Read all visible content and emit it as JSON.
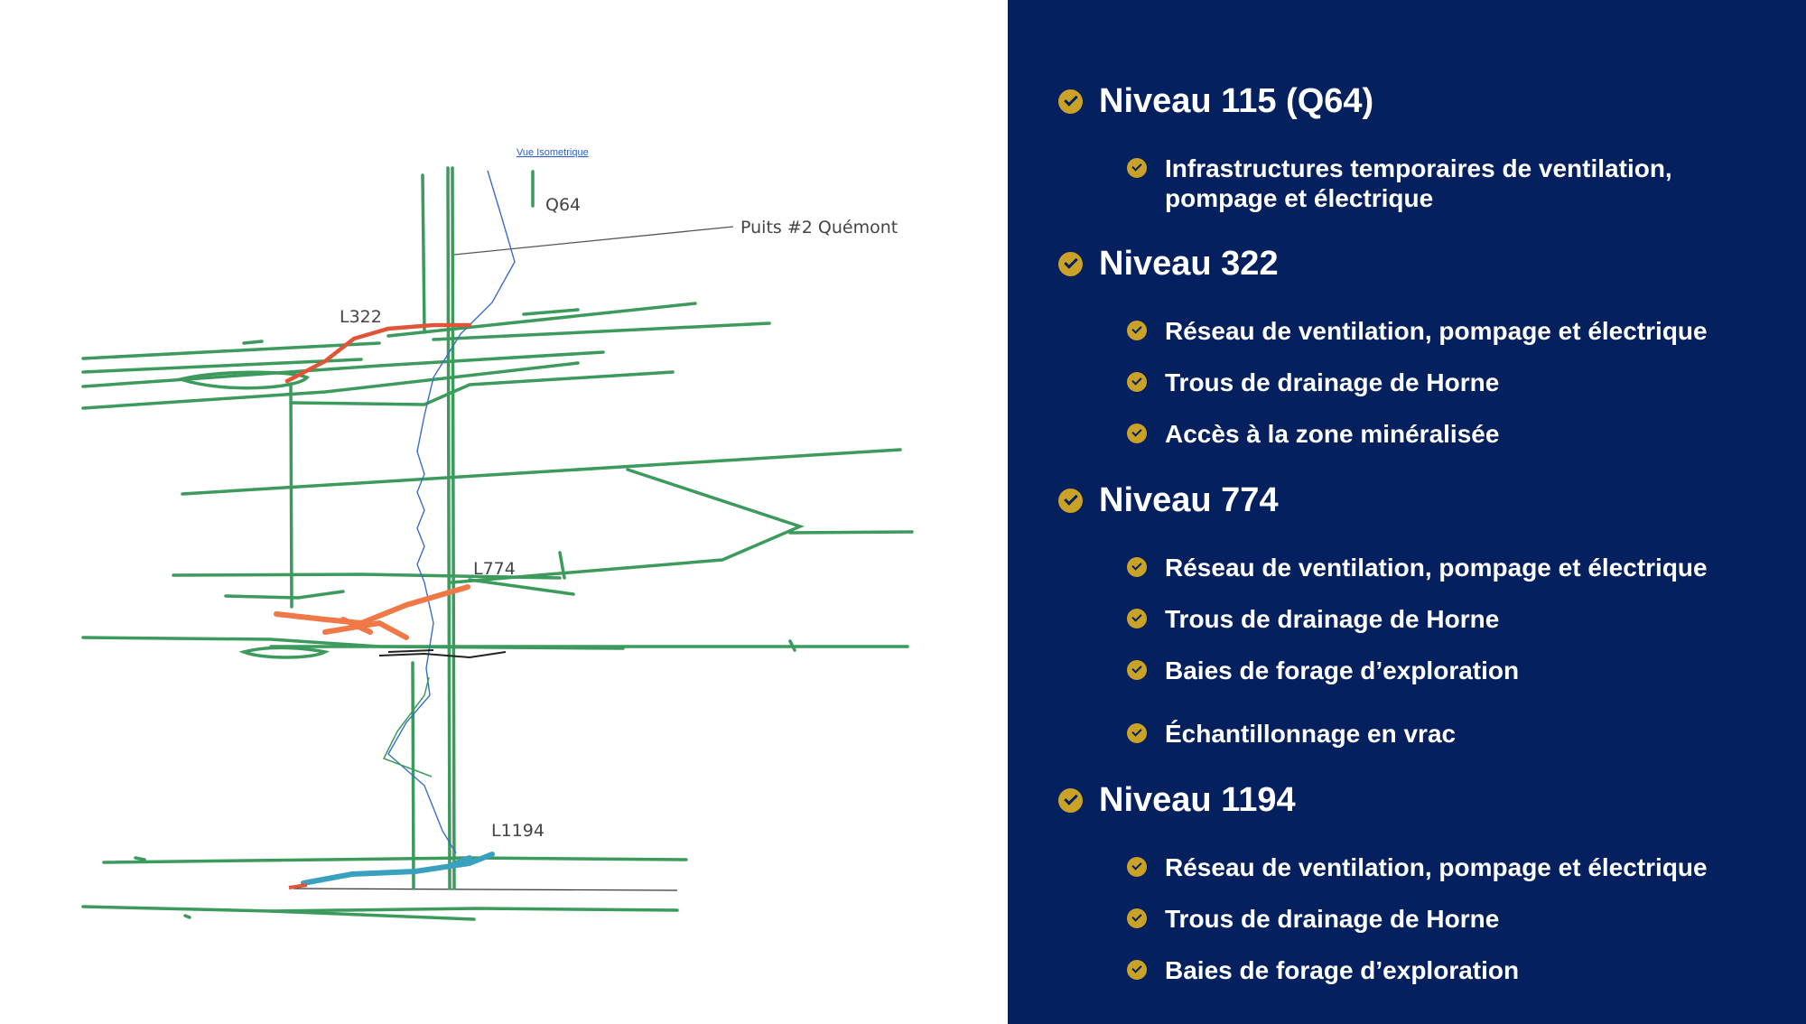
{
  "diagram": {
    "header_link": "Vue Isometrique",
    "labels": {
      "q64": "Q64",
      "shaft": "Puits #2 Quémont",
      "l322": "L322",
      "l774": "L774",
      "l1194": "L1194"
    },
    "colors": {
      "drifts": "#3c9a5c",
      "level_322": "#e05438",
      "level_774": "#f07846",
      "level_1194": "#3aa0c0",
      "shaft_line": "#555555",
      "ramp": "#3a6fc4"
    }
  },
  "levels": [
    {
      "title": "Niveau 115 (Q64)",
      "items": [
        "Infrastructures temporaires de ventilation,\npompage et électrique"
      ]
    },
    {
      "title": "Niveau 322",
      "items": [
        "Réseau de ventilation, pompage et électrique",
        "Trous de drainage de Horne",
        "Accès à la zone minéralisée"
      ]
    },
    {
      "title": "Niveau 774",
      "items": [
        "Réseau de ventilation, pompage et électrique",
        "Trous de drainage de Horne",
        "Baies de forage d’exploration",
        "Échantillonnage en vrac"
      ]
    },
    {
      "title": "Niveau 1194",
      "items": [
        "Réseau de ventilation, pompage et électrique",
        "Trous de drainage de Horne",
        "Baies de forage d’exploration"
      ]
    }
  ],
  "style": {
    "panel_bg": "#04205f",
    "check_color": "#c9a227"
  }
}
